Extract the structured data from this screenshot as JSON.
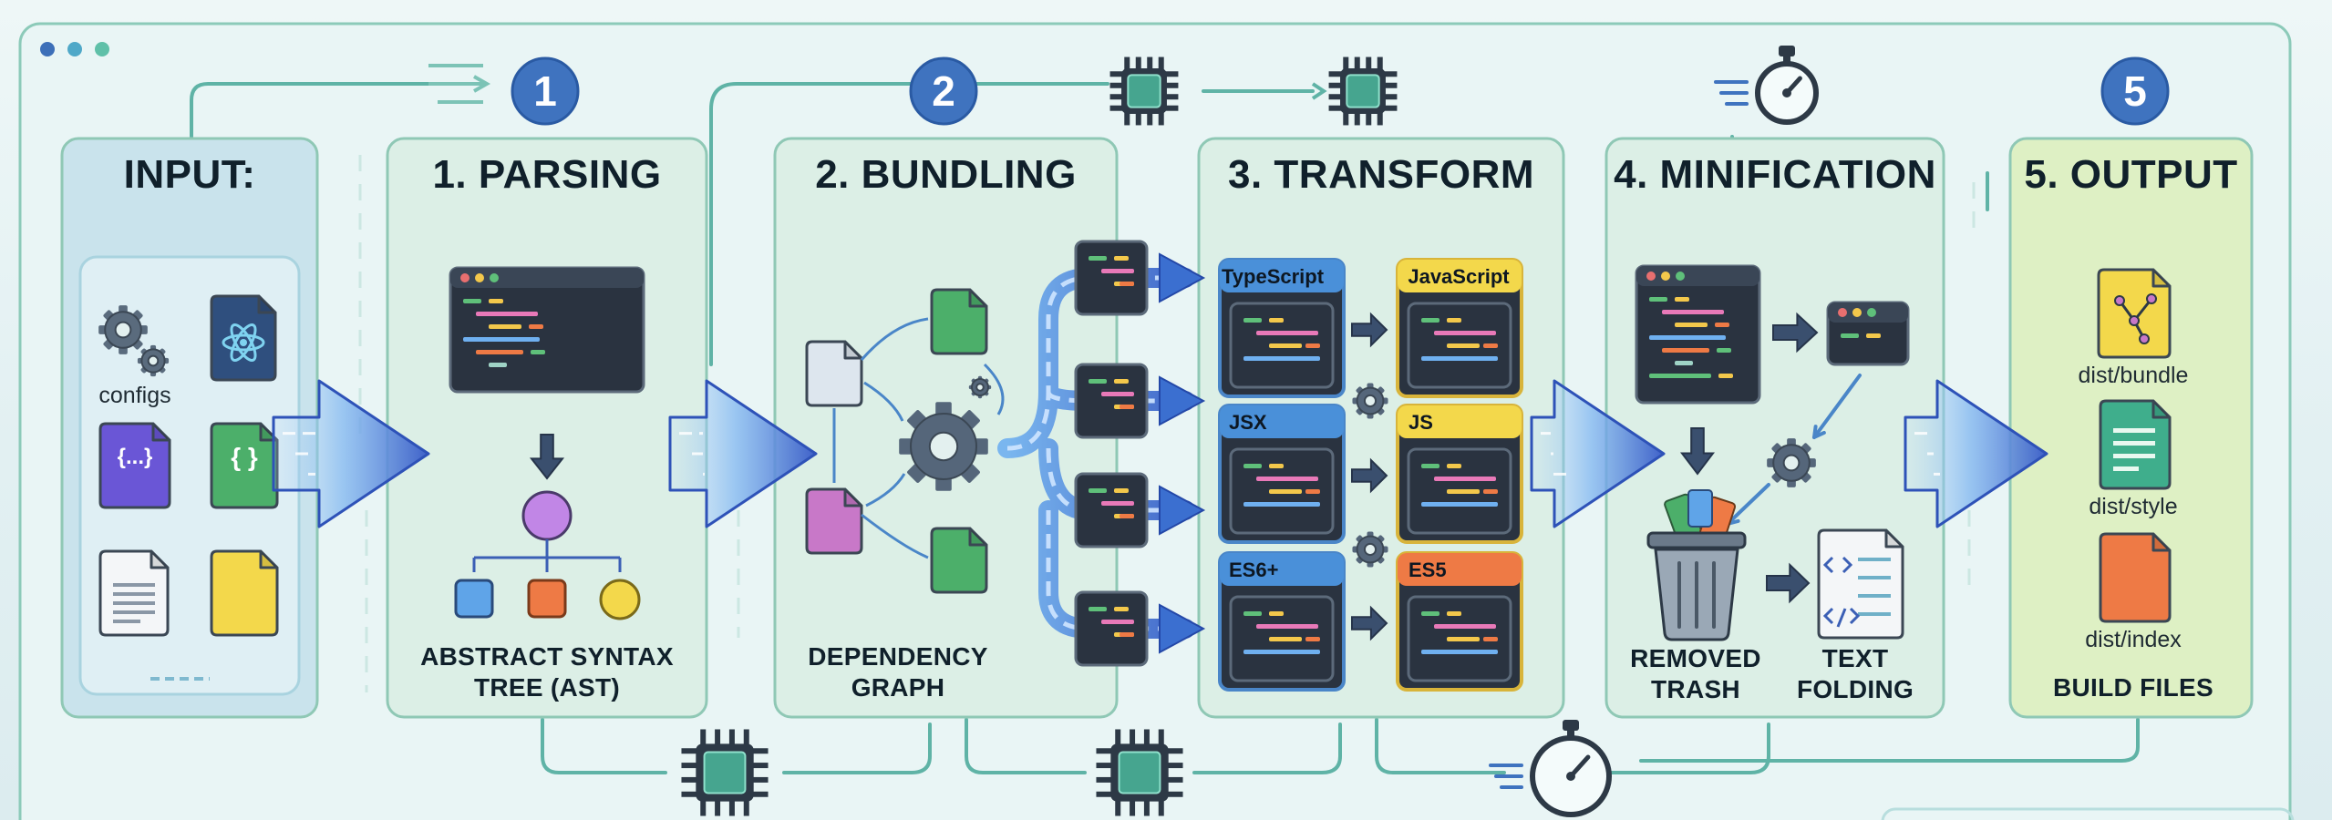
{
  "stages": [
    {
      "title": "INPUT:"
    },
    {
      "title": "1. PARSING",
      "caption": [
        "ABSTRACT SYNTAX",
        "TREE (AST)"
      ]
    },
    {
      "title": "2. BUNDLING",
      "caption": [
        "DEPENDENCY",
        "GRAPH"
      ]
    },
    {
      "title": "3. TRANSFORM"
    },
    {
      "title": "4. MINIFICATION",
      "captions": [
        [
          "REMOVED",
          "TRASH"
        ],
        [
          "TEXT",
          "FOLDING"
        ]
      ]
    },
    {
      "title": "5. OUTPUT",
      "caption": [
        "BUILD FILES"
      ]
    }
  ],
  "input": {
    "configs_label": "configs",
    "json_glyph": "{...}",
    "braces_glyph": "{ }"
  },
  "transform_pairs": [
    {
      "from": "TypeScript",
      "to": "JavaScript"
    },
    {
      "from": "JSX",
      "to": "JS"
    },
    {
      "from": "ES6+",
      "to": "ES5"
    }
  ],
  "output_files": [
    "dist/bundle",
    "dist/style",
    "dist/index"
  ],
  "step_badges": [
    "1",
    "2",
    "5"
  ],
  "colors": {
    "panel_input": "#c9e3ec",
    "panel_stage": "#dcefe6",
    "panel_output": "#def0c4",
    "panel_border": "#8fc8b5",
    "badge": "#3f73bf",
    "code_bg": "#2a3340",
    "ts_tag": "#4a90d9",
    "js_tag": "#f3d84b",
    "es5_tag": "#ee7a45",
    "wire": "#5fb3a6",
    "flow_arrow": "#3f61c9"
  },
  "icons": [
    "window-dots-icon",
    "gear-icon",
    "react-file-icon",
    "json-file-icon",
    "braces-file-icon",
    "document-icon",
    "note-file-icon",
    "code-window-icon",
    "ast-tree-icon",
    "dependency-graph-icon",
    "cpu-chip-icon",
    "stopwatch-icon",
    "trash-can-icon",
    "text-folding-icon",
    "output-file-icon",
    "flow-arrow-icon"
  ]
}
